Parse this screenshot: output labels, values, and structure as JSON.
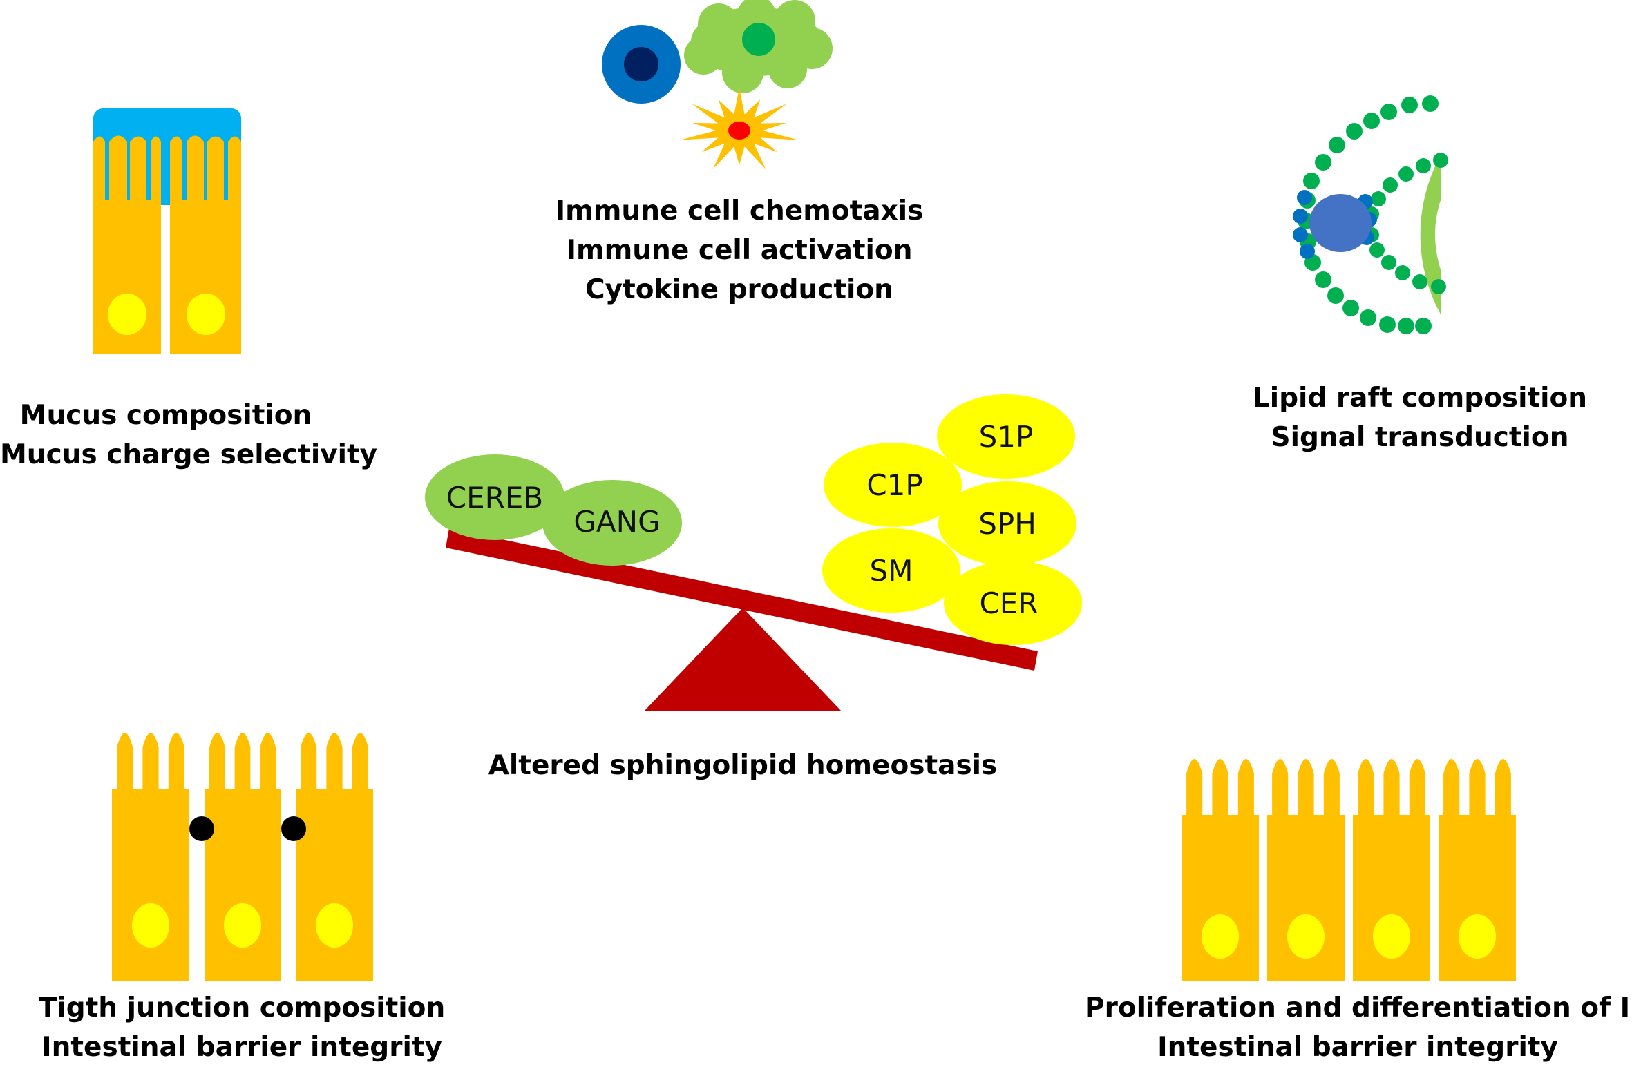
{
  "captions": {
    "mucus": [
      "Mucus composition",
      "Mucus charge selectivity"
    ],
    "immune": [
      "Immune cell chemotaxis",
      "Immune cell activation",
      "Cytokine production"
    ],
    "raft": [
      "Lipid raft composition",
      "Signal transduction"
    ],
    "balance": "Altered sphingolipid homeostasis",
    "tight_junction": [
      "Tigth junction composition",
      "Intestinal barrier integrity"
    ],
    "proliferation": [
      "Proliferation and differentiation of IECS",
      "Intestinal barrier integrity"
    ]
  },
  "lipids": {
    "left": [
      "CEREB",
      "GANG"
    ],
    "right": [
      "S1P",
      "C1P",
      "SPH",
      "SM",
      "CER"
    ]
  },
  "colors": {
    "cell": "#FFC000",
    "nucleus": "#FFFF00",
    "mucus": "#00B0F0",
    "green": "#92D050",
    "yellow": "#FFFF00",
    "seesaw": "#C00000",
    "junction": "#000000",
    "dot_green": "#00B050",
    "raft_blue": "#4472C4",
    "dot_blue": "#0070C0",
    "cell_dark": "#002060",
    "dc_nucleus": "#FF0000"
  }
}
